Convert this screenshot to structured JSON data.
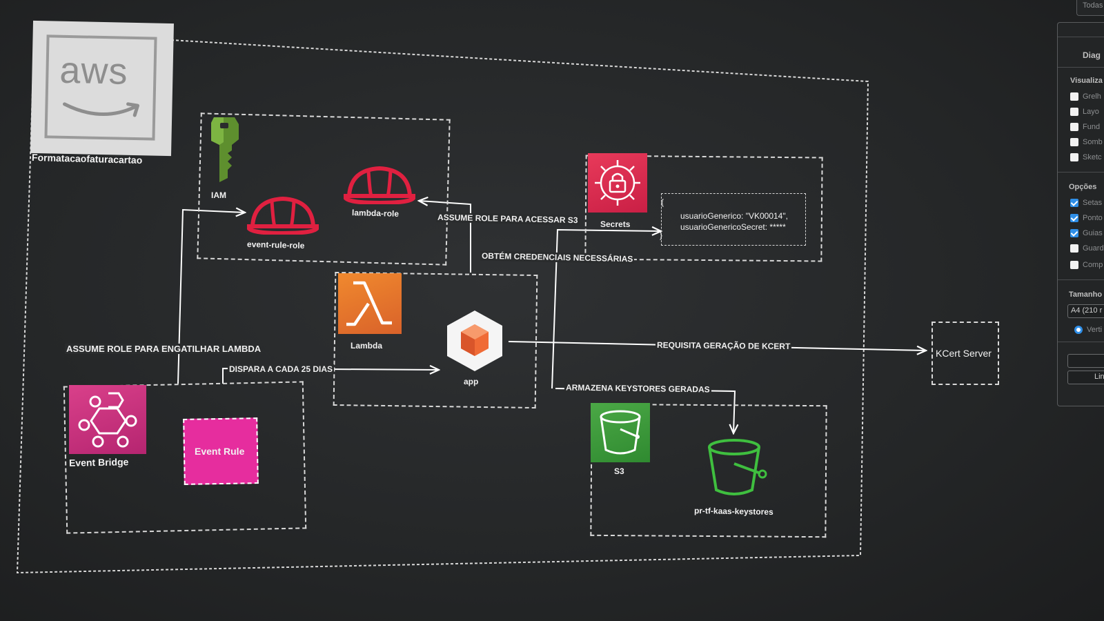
{
  "diagram": {
    "aws_logo_text": "aws",
    "aws_caption": "Formatacaofaturacartao",
    "iam_label": "IAM",
    "event_rule_role_label": "event-rule-role",
    "lambda_role_label": "lambda-role",
    "lambda_label": "Lambda",
    "app_label": "app",
    "secrets_label": "Secrets",
    "secret_brace_open": "{",
    "secret_brace_close": "}",
    "secret_line1": "usuarioGenerico: \"VK00014\",",
    "secret_line2": "usuarioGenericoSecret: *****",
    "event_bridge_label": "Event Bridge",
    "event_rule_label": "Event Rule",
    "s3_label": "S3",
    "bucket_label": "pr-tf-kaas-keystores",
    "kcert_label": "KCert Server",
    "edge_assume_s3": "ASSUME ROLE PARA ACESSAR S3",
    "edge_credenciais": "OBTÉM CREDENCIAIS NECESSÁRIAS",
    "edge_assume_lambda": "ASSUME ROLE PARA ENGATILHAR LAMBDA",
    "edge_dispara": "DISPARA A CADA 25 DIAS",
    "edge_kcert": "REQUISITA GERAÇÃO DE KCERT",
    "edge_keystores": "ARMAZENA KEYSTORES GERADAS"
  },
  "panel": {
    "top_button": "Todas",
    "title": "Diag",
    "section_view": "Visualiza",
    "view_items": [
      {
        "label": "Grelh",
        "checked": false
      },
      {
        "label": "Layo",
        "checked": false
      },
      {
        "label": "Fund",
        "checked": false
      },
      {
        "label": "Somb",
        "checked": false
      },
      {
        "label": "Sketc",
        "checked": false
      }
    ],
    "section_options": "Opções",
    "option_items": [
      {
        "label": "Setas",
        "checked": true
      },
      {
        "label": "Ponto",
        "checked": true
      },
      {
        "label": "Guias",
        "checked": true
      },
      {
        "label": "Guard",
        "checked": false
      },
      {
        "label": "Comp",
        "checked": false
      }
    ],
    "section_size": "Tamanho",
    "size_value": "A4 (210 r",
    "orientation_label": "Verti",
    "bottom_button": "Lin"
  },
  "colors": {
    "background": "#2a2c2d",
    "iam_green": "#5a8a2f",
    "role_red": "#d81f3a",
    "lambda_orange": "#e8792a",
    "secrets_red": "#d9264a",
    "eventbridge_pink": "#c8307a",
    "event_rule_magenta": "#e52ca0",
    "s3_green": "#3f9a3a",
    "checkbox_blue": "#2f8fe8"
  }
}
